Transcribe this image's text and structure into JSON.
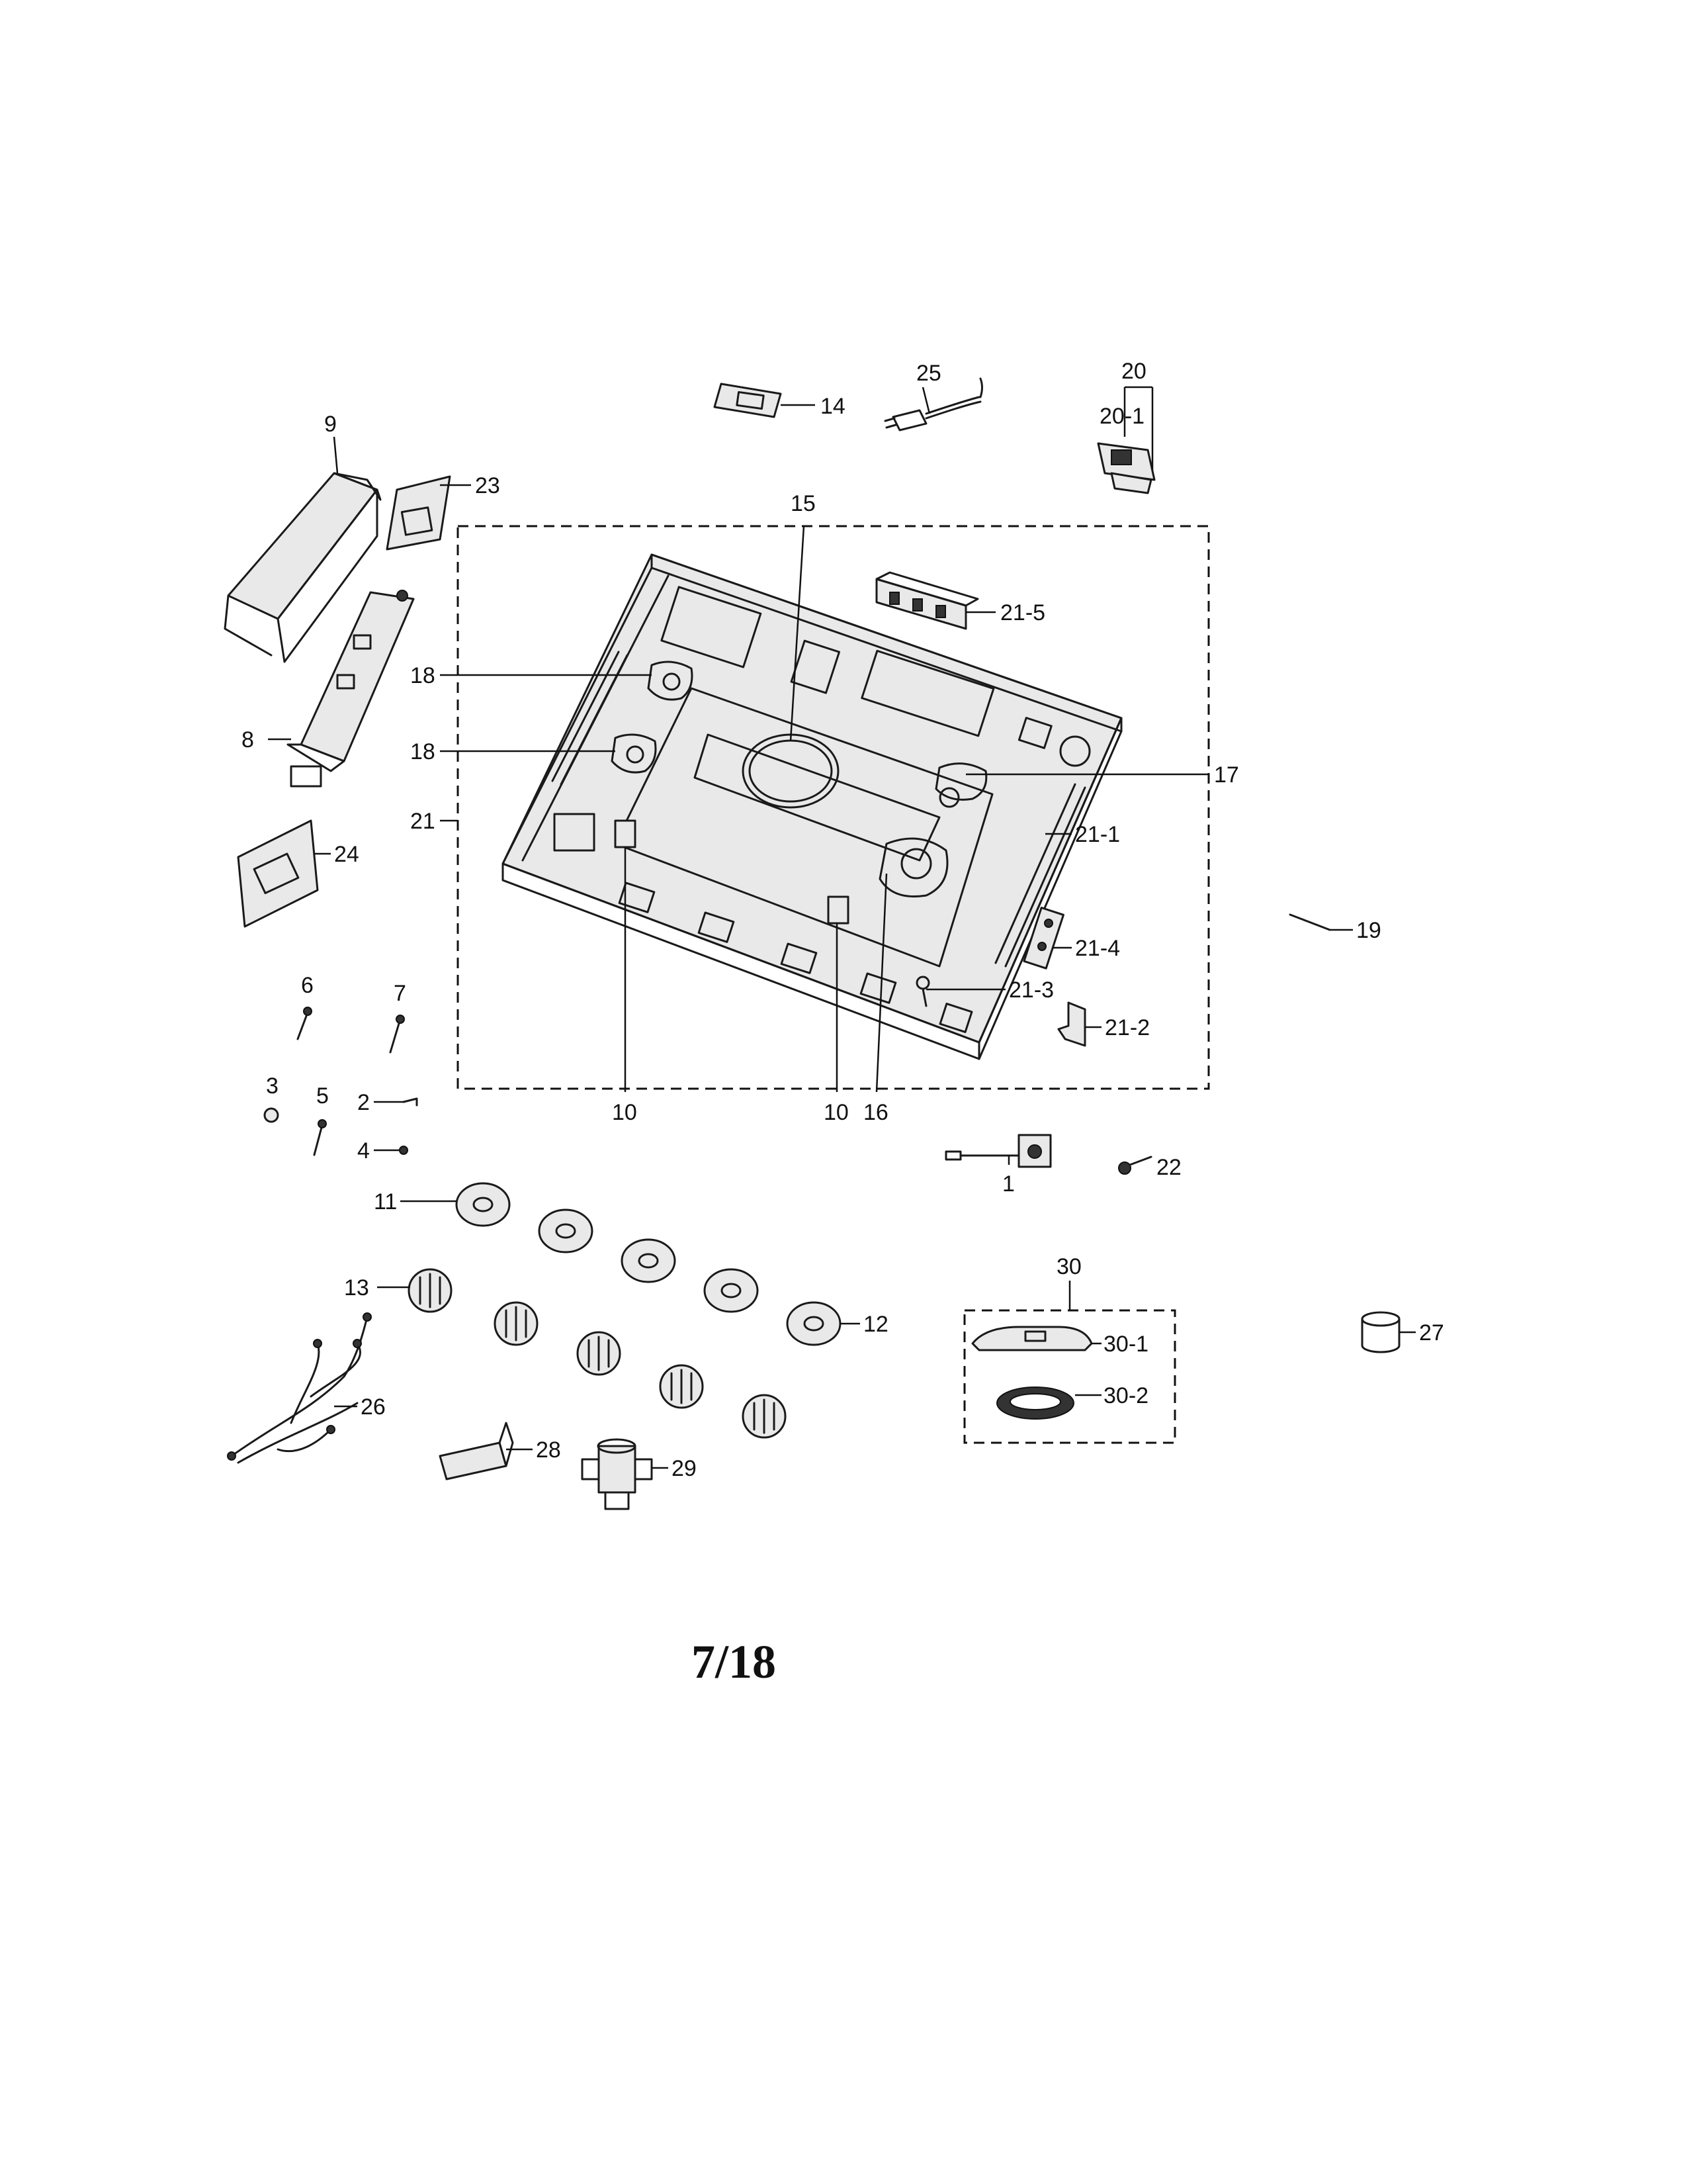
{
  "labels": {
    "l1": "1",
    "l2": "2",
    "l3": "3",
    "l4": "4",
    "l5": "5",
    "l6": "6",
    "l7": "7",
    "l8": "8",
    "l9": "9",
    "l10a": "10",
    "l10b": "10",
    "l11": "11",
    "l12": "12",
    "l13": "13",
    "l14": "14",
    "l15": "15",
    "l16": "16",
    "l17": "17",
    "l18a": "18",
    "l18b": "18",
    "l19": "19",
    "l20": "20",
    "l20_1": "20-1",
    "l21": "21",
    "l21_1": "21-1",
    "l21_2": "21-2",
    "l21_3": "21-3",
    "l21_4": "21-4",
    "l21_5": "21-5",
    "l22": "22",
    "l23": "23",
    "l24": "24",
    "l25": "25",
    "l26": "26",
    "l27": "27",
    "l28": "28",
    "l29": "29",
    "l30": "30",
    "l30_1": "30-1",
    "l30_2": "30-2"
  },
  "page_number": "7/18"
}
